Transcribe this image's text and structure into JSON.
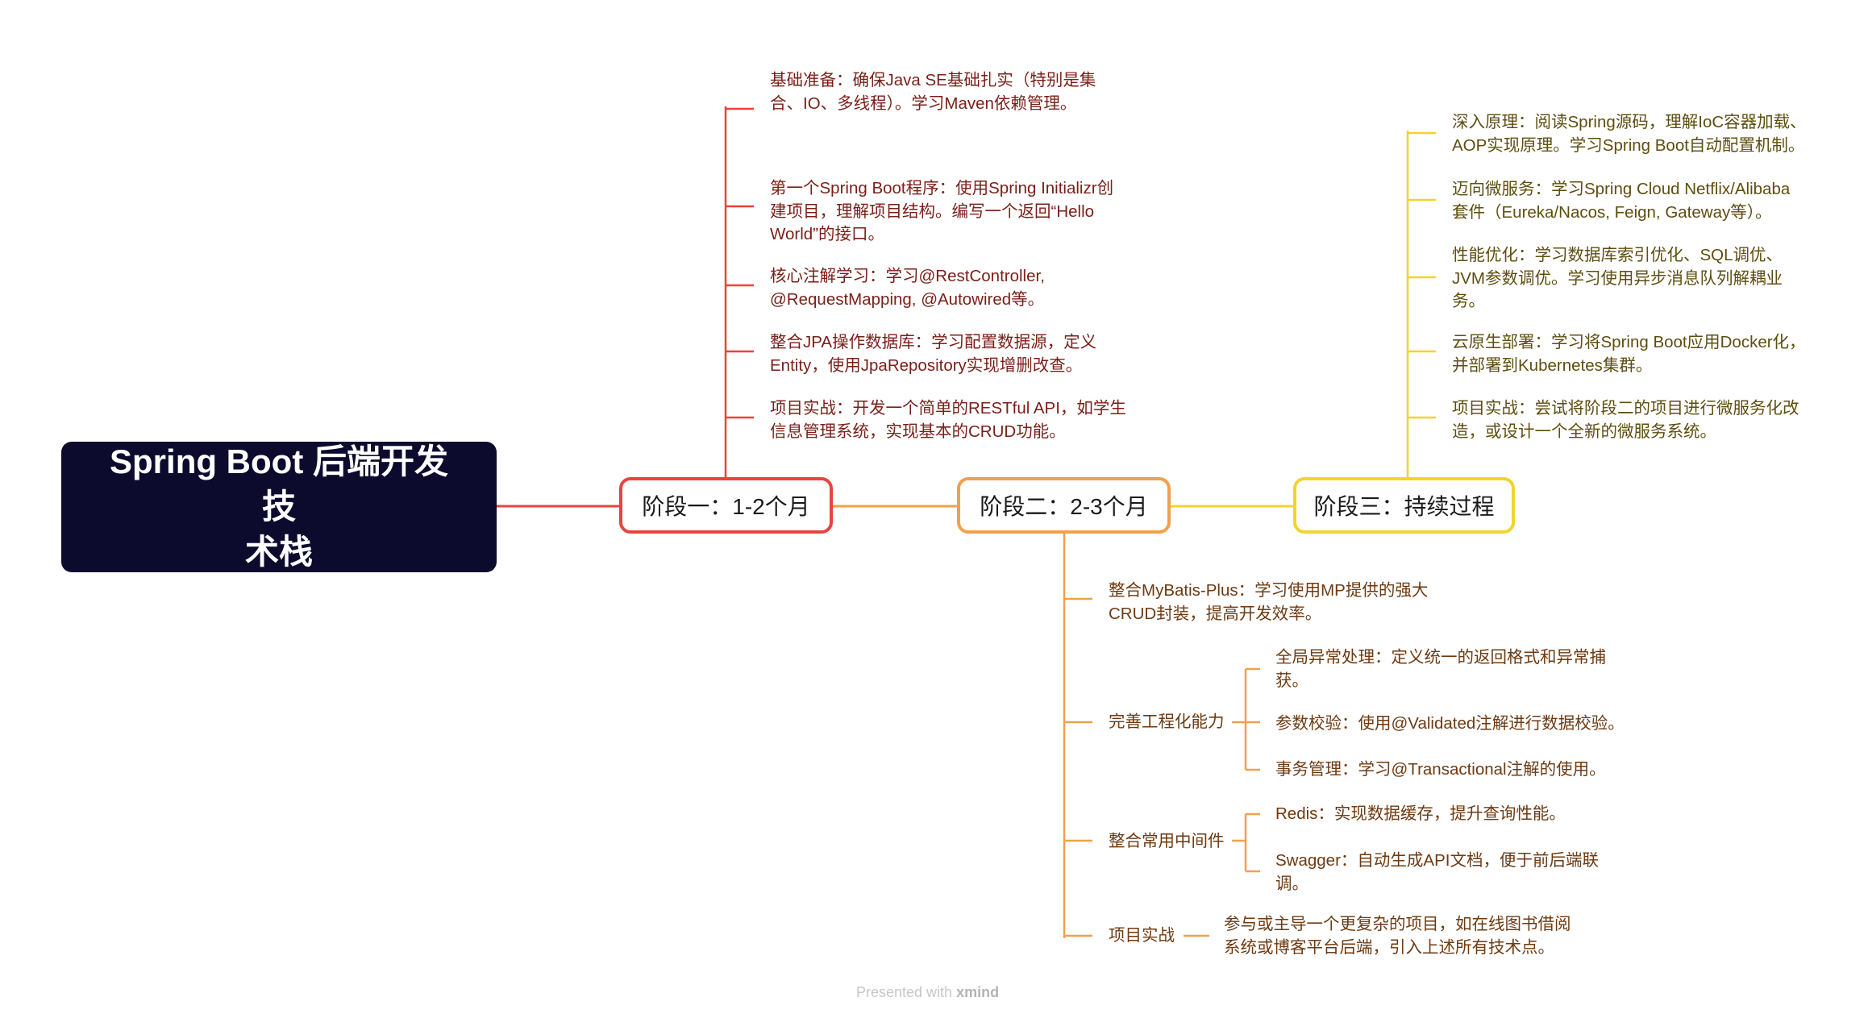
{
  "root": {
    "title_line1": "Spring Boot 后端开发技",
    "title_line2": "术栈"
  },
  "colors": {
    "root_bg": "#0c0b2e",
    "stage1": "#e8443d",
    "stage2": "#f2a04a",
    "stage3": "#f2d42e"
  },
  "stage1": {
    "label": "阶段一：1-2个月",
    "items": [
      {
        "l1": "基础准备：确保Java SE基础扎实（特别是集",
        "l2": "合、IO、多线程）。学习Maven依赖管理。"
      },
      {
        "l1": "第一个Spring Boot程序：使用Spring Initializr创",
        "l2": "建项目，理解项目结构。编写一个返回“Hello",
        "l3": "World”的接口。"
      },
      {
        "l1": "核心注解学习：学习@RestController,",
        "l2": "@RequestMapping, @Autowired等。"
      },
      {
        "l1": "整合JPA操作数据库：学习配置数据源，定义",
        "l2": "Entity，使用JpaRepository实现增删改查。"
      },
      {
        "l1": "项目实战：开发一个简单的RESTful API，如学生",
        "l2": "信息管理系统，实现基本的CRUD功能。"
      }
    ]
  },
  "stage2": {
    "label": "阶段二：2-3个月",
    "mybatis": {
      "l1": "整合MyBatis-Plus：学习使用MP提供的强大",
      "l2": "CRUD封装，提高开发效率。"
    },
    "engineering": {
      "label": "完善工程化能力",
      "items": [
        {
          "l1": "全局异常处理：定义统一的返回格式和异常捕",
          "l2": "获。"
        },
        {
          "l1": "参数校验：使用@Validated注解进行数据校验。"
        },
        {
          "l1": "事务管理：学习@Transactional注解的使用。"
        }
      ]
    },
    "middleware": {
      "label": "整合常用中间件",
      "items": [
        {
          "l1": "Redis：实现数据缓存，提升查询性能。"
        },
        {
          "l1": "Swagger：自动生成API文档，便于前后端联",
          "l2": "调。"
        }
      ]
    },
    "project": {
      "label": "项目实战",
      "detail": {
        "l1": "参与或主导一个更复杂的项目，如在线图书借阅",
        "l2": "系统或博客平台后端，引入上述所有技术点。"
      }
    }
  },
  "stage3": {
    "label": "阶段三：持续过程",
    "items": [
      {
        "l1": "深入原理：阅读Spring源码，理解IoC容器加载、",
        "l2": "AOP实现原理。学习Spring Boot自动配置机制。"
      },
      {
        "l1": "迈向微服务：学习Spring Cloud Netflix/Alibaba",
        "l2": "套件（Eureka/Nacos, Feign, Gateway等）。"
      },
      {
        "l1": "性能优化：学习数据库索引优化、SQL调优、",
        "l2": "JVM参数调优。学习使用异步消息队列解耦业",
        "l3": "务。"
      },
      {
        "l1": "云原生部署：学习将Spring Boot应用Docker化，",
        "l2": "并部署到Kubernetes集群。"
      },
      {
        "l1": "项目实战：尝试将阶段二的项目进行微服务化改",
        "l2": "造，或设计一个全新的微服务系统。"
      }
    ]
  },
  "footer": {
    "prefix": "Presented with",
    "brand": "xmind"
  }
}
